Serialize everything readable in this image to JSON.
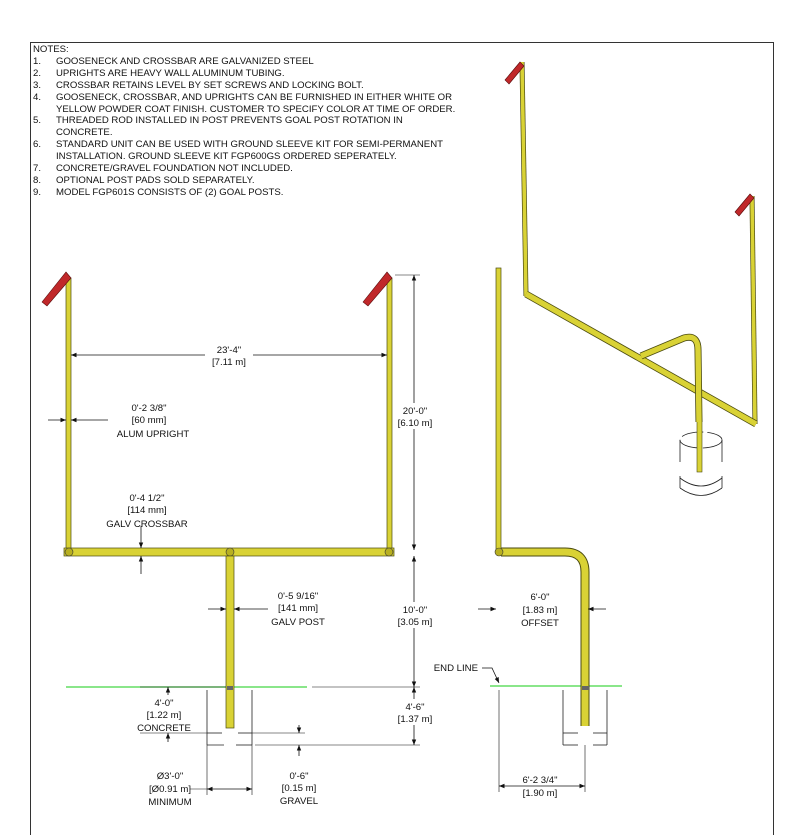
{
  "notes": {
    "heading": "NOTES:",
    "items": [
      {
        "num": "1.",
        "text": "GOOSENECK AND CROSSBAR ARE GALVANIZED STEEL"
      },
      {
        "num": "2.",
        "text": "UPRIGHTS ARE HEAVY WALL ALUMINUM TUBING."
      },
      {
        "num": "3.",
        "text": "CROSSBAR RETAINS LEVEL BY SET SCREWS AND LOCKING BOLT."
      },
      {
        "num": "4.",
        "text": "GOOSENECK, CROSSBAR, AND UPRIGHTS CAN BE FURNISHED IN EITHER WHITE OR YELLOW POWDER COAT FINISH.  CUSTOMER TO SPECIFY COLOR AT TIME OF ORDER."
      },
      {
        "num": "5.",
        "text": "THREADED ROD INSTALLED IN POST PREVENTS GOAL POST ROTATION IN CONCRETE."
      },
      {
        "num": "6.",
        "text": "STANDARD UNIT CAN BE USED WITH GROUND SLEEVE KIT FOR SEMI-PERMANENT INSTALLATION.  GROUND SLEEVE KIT FGP600GS ORDERED SEPERATELY."
      },
      {
        "num": "7.",
        "text": "CONCRETE/GRAVEL FOUNDATION NOT INCLUDED."
      },
      {
        "num": "8.",
        "text": "OPTIONAL POST PADS SOLD SEPARATELY."
      },
      {
        "num": "9.",
        "text": "MODEL FGP601S CONSISTS OF (2) GOAL POSTS."
      }
    ]
  },
  "front_view": {
    "width": {
      "imperial": "23'-4\"",
      "metric": "[7.11 m]"
    },
    "upright_height": {
      "imperial": "20'-0\"",
      "metric": "[6.10 m]"
    },
    "upright_dia": {
      "imperial": "0'-2 3/8\"",
      "metric": "[60 mm]",
      "label": "ALUM UPRIGHT"
    },
    "crossbar_dia": {
      "imperial": "0'-4 1/2\"",
      "metric": "[114 mm]",
      "label": "GALV CROSSBAR"
    },
    "post_dia": {
      "imperial": "0'-5 9/16\"",
      "metric": "[141 mm]",
      "label": "GALV POST"
    },
    "crossbar_height": {
      "imperial": "10'-0\"",
      "metric": "[3.05 m]"
    },
    "concrete_depth": {
      "imperial": "4'-0\"",
      "metric": "[1.22 m]",
      "label": "CONCRETE"
    },
    "bury_depth": {
      "imperial": "4'-6\"",
      "metric": "[1.37 m]"
    },
    "footing_dia": {
      "imperial": "Ø3'-0\"",
      "metric": "[Ø0.91 m]",
      "label": "MINIMUM"
    },
    "gravel_depth": {
      "imperial": "0'-6\"",
      "metric": "[0.15 m]",
      "label": "GRAVEL"
    }
  },
  "side_view": {
    "offset": {
      "imperial": "6'-0\"",
      "metric": "[1.83 m]",
      "label": "OFFSET"
    },
    "end_line": "END LINE",
    "post_setback": {
      "imperial": "6'-2 3/4\"",
      "metric": "[1.90 m]"
    }
  },
  "colors": {
    "pipe": "#d9d235",
    "pipe_edge": "#4a4a10",
    "flag": "#c0282a",
    "ground": "#43d843"
  }
}
